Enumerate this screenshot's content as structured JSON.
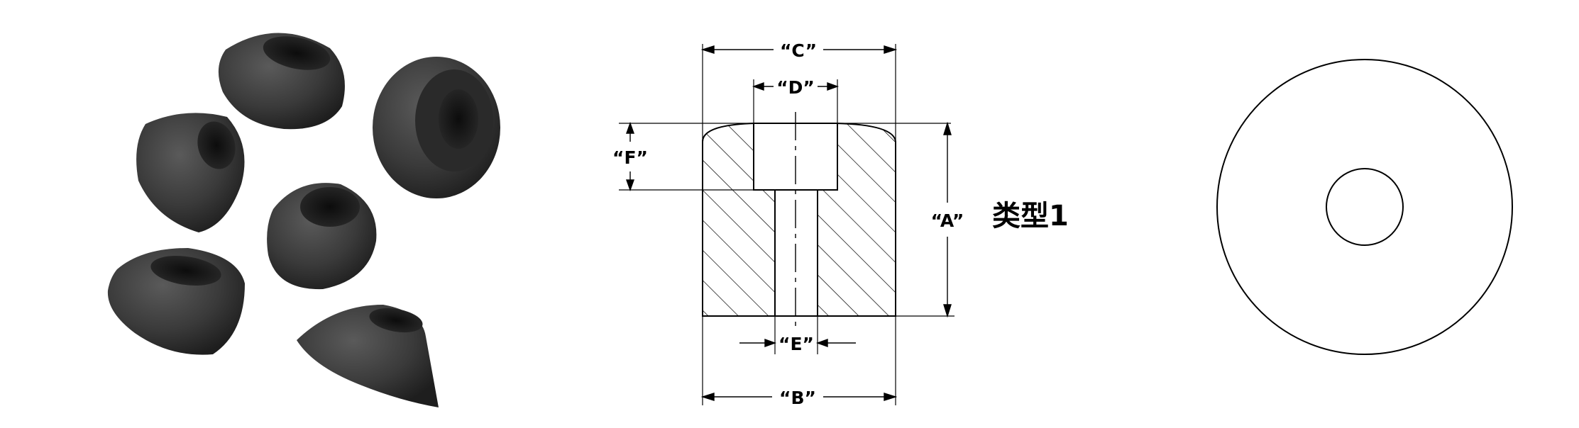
{
  "photo": {
    "subject": "black rubber bumper feet",
    "colors": {
      "rubber": "#3a3a3a",
      "rubber_dark": "#1c1c1c",
      "rubber_light": "#555555"
    }
  },
  "section_view": {
    "dimensions": {
      "a": "“A”",
      "b": "“B”",
      "c": "“C”",
      "d": "“D”",
      "e": "“E”",
      "f": "“F”"
    }
  },
  "type_label": "类型1",
  "colors": {
    "line": "#000000",
    "background": "#ffffff"
  }
}
